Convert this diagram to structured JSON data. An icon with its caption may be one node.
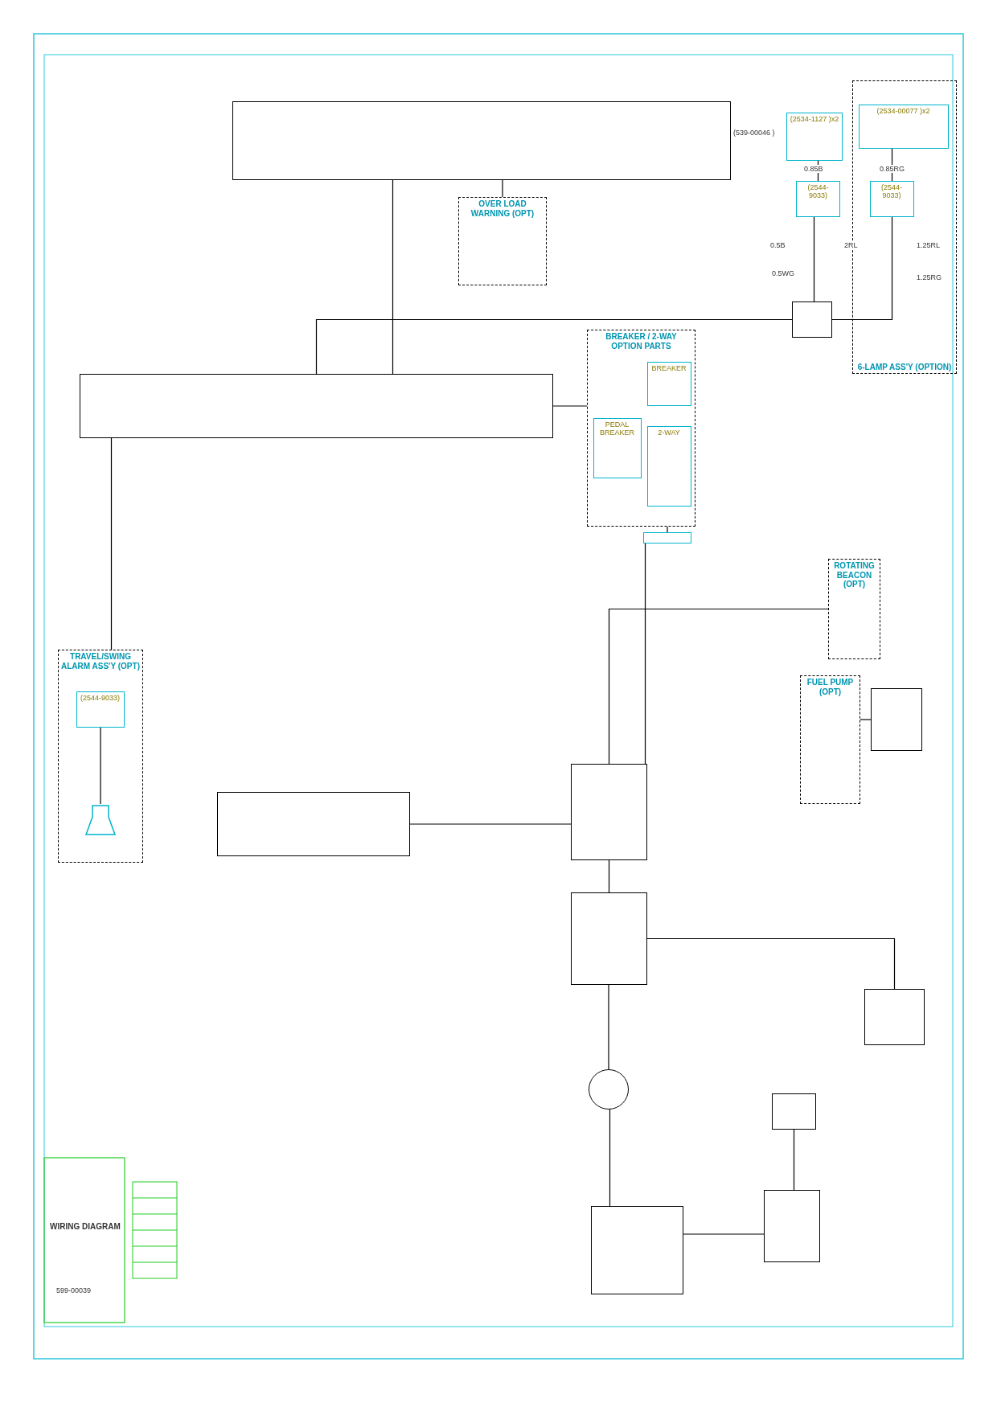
{
  "diagram": {
    "title": "WIRING DIAGRAM",
    "nodes": [
      {
        "text": [],
        "shape": "box"
      },
      {
        "text": [],
        "shape": "box"
      },
      {
        "text": [
          "6-LAMP ASS'Y (OPTION)"
        ]
      },
      {
        "text": [
          "(2544-9033)"
        ],
        "in": 2
      },
      {
        "text": [
          "(2544-9033)"
        ]
      },
      {
        "text": [
          "(2534-1127 )x2"
        ]
      },
      {
        "text": [
          "(2534-00077 )x2"
        ],
        "in": 2
      },
      {
        "text": [],
        "shape": "box"
      },
      {
        "text": [
          "BREAKER / 2-WAY OPTION PARTS"
        ]
      },
      {
        "text": [
          "BREAKER"
        ],
        "in": 8
      },
      {
        "text": [
          "PEDAL BREAKER"
        ],
        "in": 8
      },
      {
        "text": [
          "2-WAY"
        ],
        "in": 8
      },
      {
        "text": [],
        "shape": "bar"
      },
      {
        "text": [
          "TRAVEL/SWING ALARM ASS'Y (OPT)"
        ]
      },
      {
        "text": [
          "(2544-9033)"
        ],
        "in": 13
      },
      {
        "text": [],
        "shape": "speaker",
        "in": 13
      },
      {
        "text": [
          "FUEL PUMP (OPT)"
        ]
      },
      {
        "text": [],
        "shape": "box"
      },
      {
        "text": [
          "ROTATING BEACON (OPT)"
        ]
      },
      {
        "text": [
          "OVER LOAD WARNING (OPT)"
        ]
      },
      {
        "text": [],
        "shape": "box"
      },
      {
        "text": [],
        "shape": "box"
      },
      {
        "text": [],
        "shape": "box"
      },
      {
        "text": [],
        "shape": "box"
      },
      {
        "text": [],
        "shape": "box"
      },
      {
        "text": [],
        "shape": "box"
      },
      {
        "text": [],
        "shape": "box"
      },
      {
        "text": [],
        "shape": "circle"
      }
    ],
    "edges": [
      {
        "from": 4,
        "to": 5,
        "arrow": "none"
      },
      {
        "from": 3,
        "to": 6,
        "arrow": "none"
      },
      {
        "from": 4,
        "to": 7,
        "arrow": "none"
      },
      {
        "from": 3,
        "to": 7,
        "arrow": "none"
      },
      {
        "from": 0,
        "to": 1,
        "arrow": "none"
      },
      {
        "from": 1,
        "to": 8,
        "arrow": "none"
      },
      {
        "from": 8,
        "to": 12,
        "arrow": "none"
      },
      {
        "from": 14,
        "to": 15,
        "arrow": "none"
      },
      {
        "from": 1,
        "to": 13,
        "arrow": "none"
      },
      {
        "from": 12,
        "to": 21,
        "arrow": "none"
      },
      {
        "from": 21,
        "to": 22,
        "arrow": "none"
      },
      {
        "from": 22,
        "to": 27,
        "arrow": "none"
      },
      {
        "from": 27,
        "to": 25,
        "arrow": "none"
      },
      {
        "from": 25,
        "to": 24,
        "arrow": "none"
      },
      {
        "from": 18,
        "to": 21,
        "arrow": "none"
      },
      {
        "from": 16,
        "to": 17,
        "arrow": "none"
      },
      {
        "from": 20,
        "to": 21,
        "arrow": "none"
      },
      {
        "from": 19,
        "to": 0,
        "arrow": "none"
      },
      {
        "from": 26,
        "to": 24,
        "arrow": "none"
      },
      {
        "from": 23,
        "to": 22,
        "arrow": "none"
      },
      {
        "from": 7,
        "to": 1,
        "arrow": "none"
      }
    ],
    "labels": [
      "599-00039",
      "(539-00046 )",
      "0.5B",
      "2RL",
      "0.5WG",
      "1.25RL",
      "1.25RG",
      "0.85B",
      "0.85RG"
    ]
  }
}
